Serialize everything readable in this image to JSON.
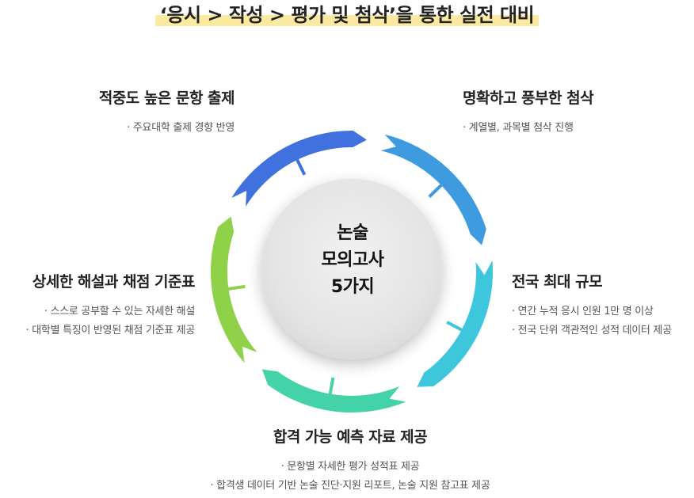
{
  "title": "‘응시 > 작성 > 평가 및 첨삭’을 통한 실전 대비",
  "center": {
    "line1": "논술",
    "line2": "모의고사",
    "line3": "5가지"
  },
  "segment_colors": [
    "#4171de",
    "#3e9be0",
    "#3ec6dc",
    "#44d3a8",
    "#8fd149"
  ],
  "items": [
    {
      "heading": "명확하고 풍부한 첨삭",
      "bullets": [
        "계열별, 과목별 첨삭 진행"
      ]
    },
    {
      "heading": "전국 최대 규모",
      "bullets": [
        "연간 누적 응시 인원 1만 명 이상",
        "전국 단위 객관적인 성적 데이터 제공"
      ]
    },
    {
      "heading": "합격 가능 예측 자료 제공",
      "bullets": [
        "문항별 자세한 평가 성적표 제공",
        "합격생 데이터 기반 논술 진단·지원 리포트, 논술 지원 참고표 제공"
      ]
    },
    {
      "heading": "상세한 해설과 채점 기준표",
      "bullets": [
        "스스로 공부할 수 있는 자세한 해설",
        "대학별 특징이 반영된 채점 기준표 제공"
      ]
    },
    {
      "heading": "적중도 높은 문항 출제",
      "bullets": [
        "주요대학 출제 경향 반영"
      ]
    }
  ]
}
